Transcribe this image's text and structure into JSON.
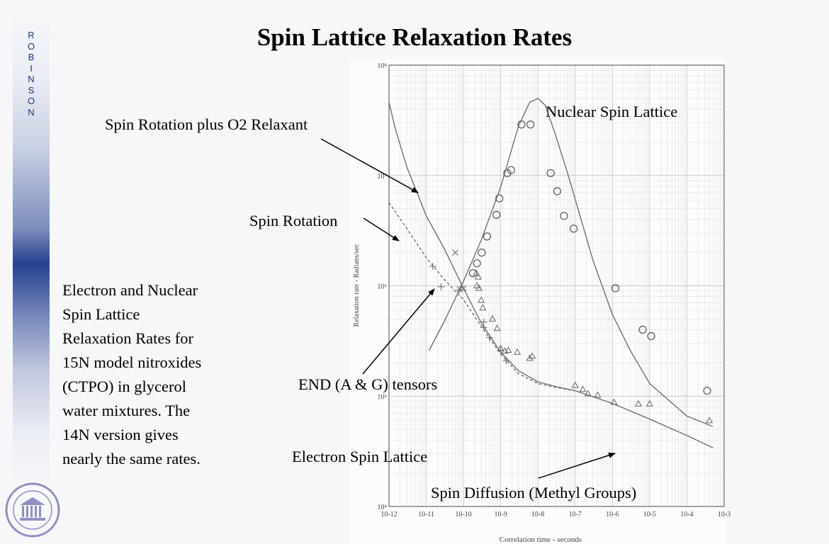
{
  "slide": {
    "title": "Spin Lattice Relaxation Rates",
    "sidebar_letters": [
      "R",
      "O",
      "B",
      "I",
      "N",
      "S",
      "O",
      "N"
    ],
    "description_lines": [
      "Electron and Nuclear",
      "Spin Lattice",
      "Relaxation Rates for",
      "15N model nitroxides",
      "(CTPO) in glycerol",
      "water mixtures.  The",
      "14N version gives",
      "nearly the same rates."
    ],
    "callouts": {
      "o2": "Spin Rotation plus O2 Relaxant",
      "spin_rotation": "Spin Rotation",
      "end": "END (A & G) tensors",
      "electron_sl": "Electron Spin Lattice",
      "nuclear_sl": "Nuclear Spin Lattice",
      "spin_diffusion": "Spin Diffusion (Methyl Groups)"
    }
  },
  "colors": {
    "sidebar_dark": "#27408f",
    "sidebar_text": "#1d3578",
    "curve": "#666666",
    "seal": "#8e8fbf"
  },
  "icons": {
    "seal": "university-seal-icon"
  },
  "chart_data": {
    "type": "scatter",
    "xlabel": "Correlation time - seconds",
    "ylabel": "Relaxation rate - Radians/sec",
    "xscale": "log",
    "yscale": "log",
    "xlim": [
      1e-12,
      0.001
    ],
    "ylim": [
      10000.0,
      100000000.0
    ],
    "x_ticks": [
      "10-12",
      "10-11",
      "10-10",
      "10-9",
      "10-8",
      "10-7",
      "10-6",
      "10-5",
      "10-4",
      "10-3"
    ],
    "y_ticks": [
      "10⁴",
      "10⁵",
      "10⁶",
      "10⁷",
      "10⁸"
    ],
    "grid": true,
    "series": [
      {
        "name": "Nuclear Spin Lattice",
        "style": "solid",
        "line": [
          [
            1.2e-11,
            260000.0
          ],
          [
            3e-11,
            470000.0
          ],
          [
            1e-10,
            1100000.0
          ],
          [
            3e-10,
            2600000.0
          ],
          [
            1e-09,
            7900000.0
          ],
          [
            3e-09,
            28000000.0
          ],
          [
            6e-09,
            46000000.0
          ],
          [
            1e-08,
            50000000.0
          ],
          [
            1.6e-08,
            43000000.0
          ],
          [
            3e-08,
            23000000.0
          ],
          [
            6e-08,
            11000000.0
          ],
          [
            1e-07,
            6100000.0
          ],
          [
            3e-07,
            1700000.0
          ],
          [
            1e-06,
            550000.0
          ],
          [
            3e-06,
            260000.0
          ],
          [
            1e-05,
            130000.0
          ],
          [
            0.0001,
            66000.0
          ],
          [
            0.0005,
            53000.0
          ]
        ],
        "markers": "circle",
        "points": [
          [
            1.8e-10,
            1300000.0
          ],
          [
            2.3e-10,
            1600000.0
          ],
          [
            3.1e-10,
            2000000.0
          ],
          [
            4.3e-10,
            2800000.0
          ],
          [
            7.7e-10,
            4400000.0
          ],
          [
            9.2e-10,
            6200000.0
          ],
          [
            1.5e-09,
            10500000.0
          ],
          [
            1.9e-09,
            11200000.0
          ],
          [
            3.6e-09,
            29000000.0
          ],
          [
            6.3e-09,
            29000000.0
          ],
          [
            2.2e-08,
            10500000.0
          ],
          [
            3.3e-08,
            7200000.0
          ],
          [
            5e-08,
            4300000.0
          ],
          [
            9.1e-08,
            3300000.0
          ],
          [
            1.2e-06,
            950000.0
          ],
          [
            6.5e-06,
            400000.0
          ],
          [
            1.1e-05,
            350000.0
          ],
          [
            0.00035,
            112000.0
          ]
        ]
      },
      {
        "name": "Spin Rotation plus O2 Relaxant",
        "style": "solid",
        "line": [
          [
            1e-12,
            46000000.0
          ],
          [
            1.5e-12,
            26000000.0
          ],
          [
            3e-12,
            12000000.0
          ],
          [
            1e-11,
            4300000.0
          ],
          [
            3e-11,
            2200000.0
          ],
          [
            1e-10,
            950000.0
          ],
          [
            3e-10,
            460000.0
          ],
          [
            1e-09,
            250000.0
          ],
          [
            3e-09,
            170000.0
          ],
          [
            1e-08,
            135000.0
          ],
          [
            3e-08,
            122000.0
          ],
          [
            1e-07,
            112000.0
          ],
          [
            1e-06,
            86000.0
          ],
          [
            1e-05,
            62000.0
          ],
          [
            0.0001,
            44000.0
          ],
          [
            0.0005,
            34000.0
          ]
        ]
      },
      {
        "name": "Spin Rotation",
        "style": "dashed",
        "line": [
          [
            1e-12,
            5700000.0
          ],
          [
            3e-12,
            3300000.0
          ],
          [
            1e-11,
            1800000.0
          ],
          [
            3e-11,
            1150000.0
          ],
          [
            1e-10,
            750000.0
          ],
          [
            3e-10,
            430000.0
          ],
          [
            1e-09,
            240000.0
          ],
          [
            3e-09,
            160000.0
          ],
          [
            1e-08,
            130000.0
          ],
          [
            3e-08,
            120000.0
          ],
          [
            1e-07,
            112000.0
          ]
        ]
      },
      {
        "name": "",
        "markers": "plus",
        "points": [
          [
            1.5e-11,
            1500000.0
          ],
          [
            2.5e-11,
            980000.0
          ],
          [
            8e-11,
            920000.0
          ],
          [
            3.5e-10,
            470000.0
          ],
          [
            3.5e-10,
            420000.0
          ],
          [
            5e-10,
            340000.0
          ],
          [
            1e-09,
            260000.0
          ],
          [
            1.4e-09,
            210000.0
          ]
        ]
      },
      {
        "name": "",
        "markers": "x",
        "points": [
          [
            6e-11,
            2000000.0
          ],
          [
            8e-11,
            930000.0
          ],
          [
            1e-10,
            950000.0
          ]
        ]
      },
      {
        "name": "",
        "markers": "triangle",
        "points": [
          [
            2.2e-10,
            1300000.0
          ],
          [
            2.5e-10,
            1200000.0
          ],
          [
            2.3e-10,
            1000000.0
          ],
          [
            2.6e-10,
            950000.0
          ],
          [
            3e-10,
            740000.0
          ],
          [
            3.3e-10,
            630000.0
          ],
          [
            6e-10,
            500000.0
          ],
          [
            8e-10,
            410000.0
          ],
          [
            1e-09,
            270000.0
          ],
          [
            1.3e-09,
            255000.0
          ],
          [
            1.6e-09,
            260000.0
          ],
          [
            2.8e-09,
            250000.0
          ],
          [
            6e-09,
            220000.0
          ],
          [
            7e-09,
            230000.0
          ],
          [
            1e-07,
            125000.0
          ],
          [
            1.6e-07,
            115000.0
          ],
          [
            2.2e-07,
            105000.0
          ],
          [
            4e-07,
            102000.0
          ],
          [
            1.1e-06,
            88000.0
          ],
          [
            5e-06,
            85000.0
          ],
          [
            1e-05,
            85000.0
          ],
          [
            0.0004,
            60000.0
          ]
        ]
      }
    ]
  }
}
